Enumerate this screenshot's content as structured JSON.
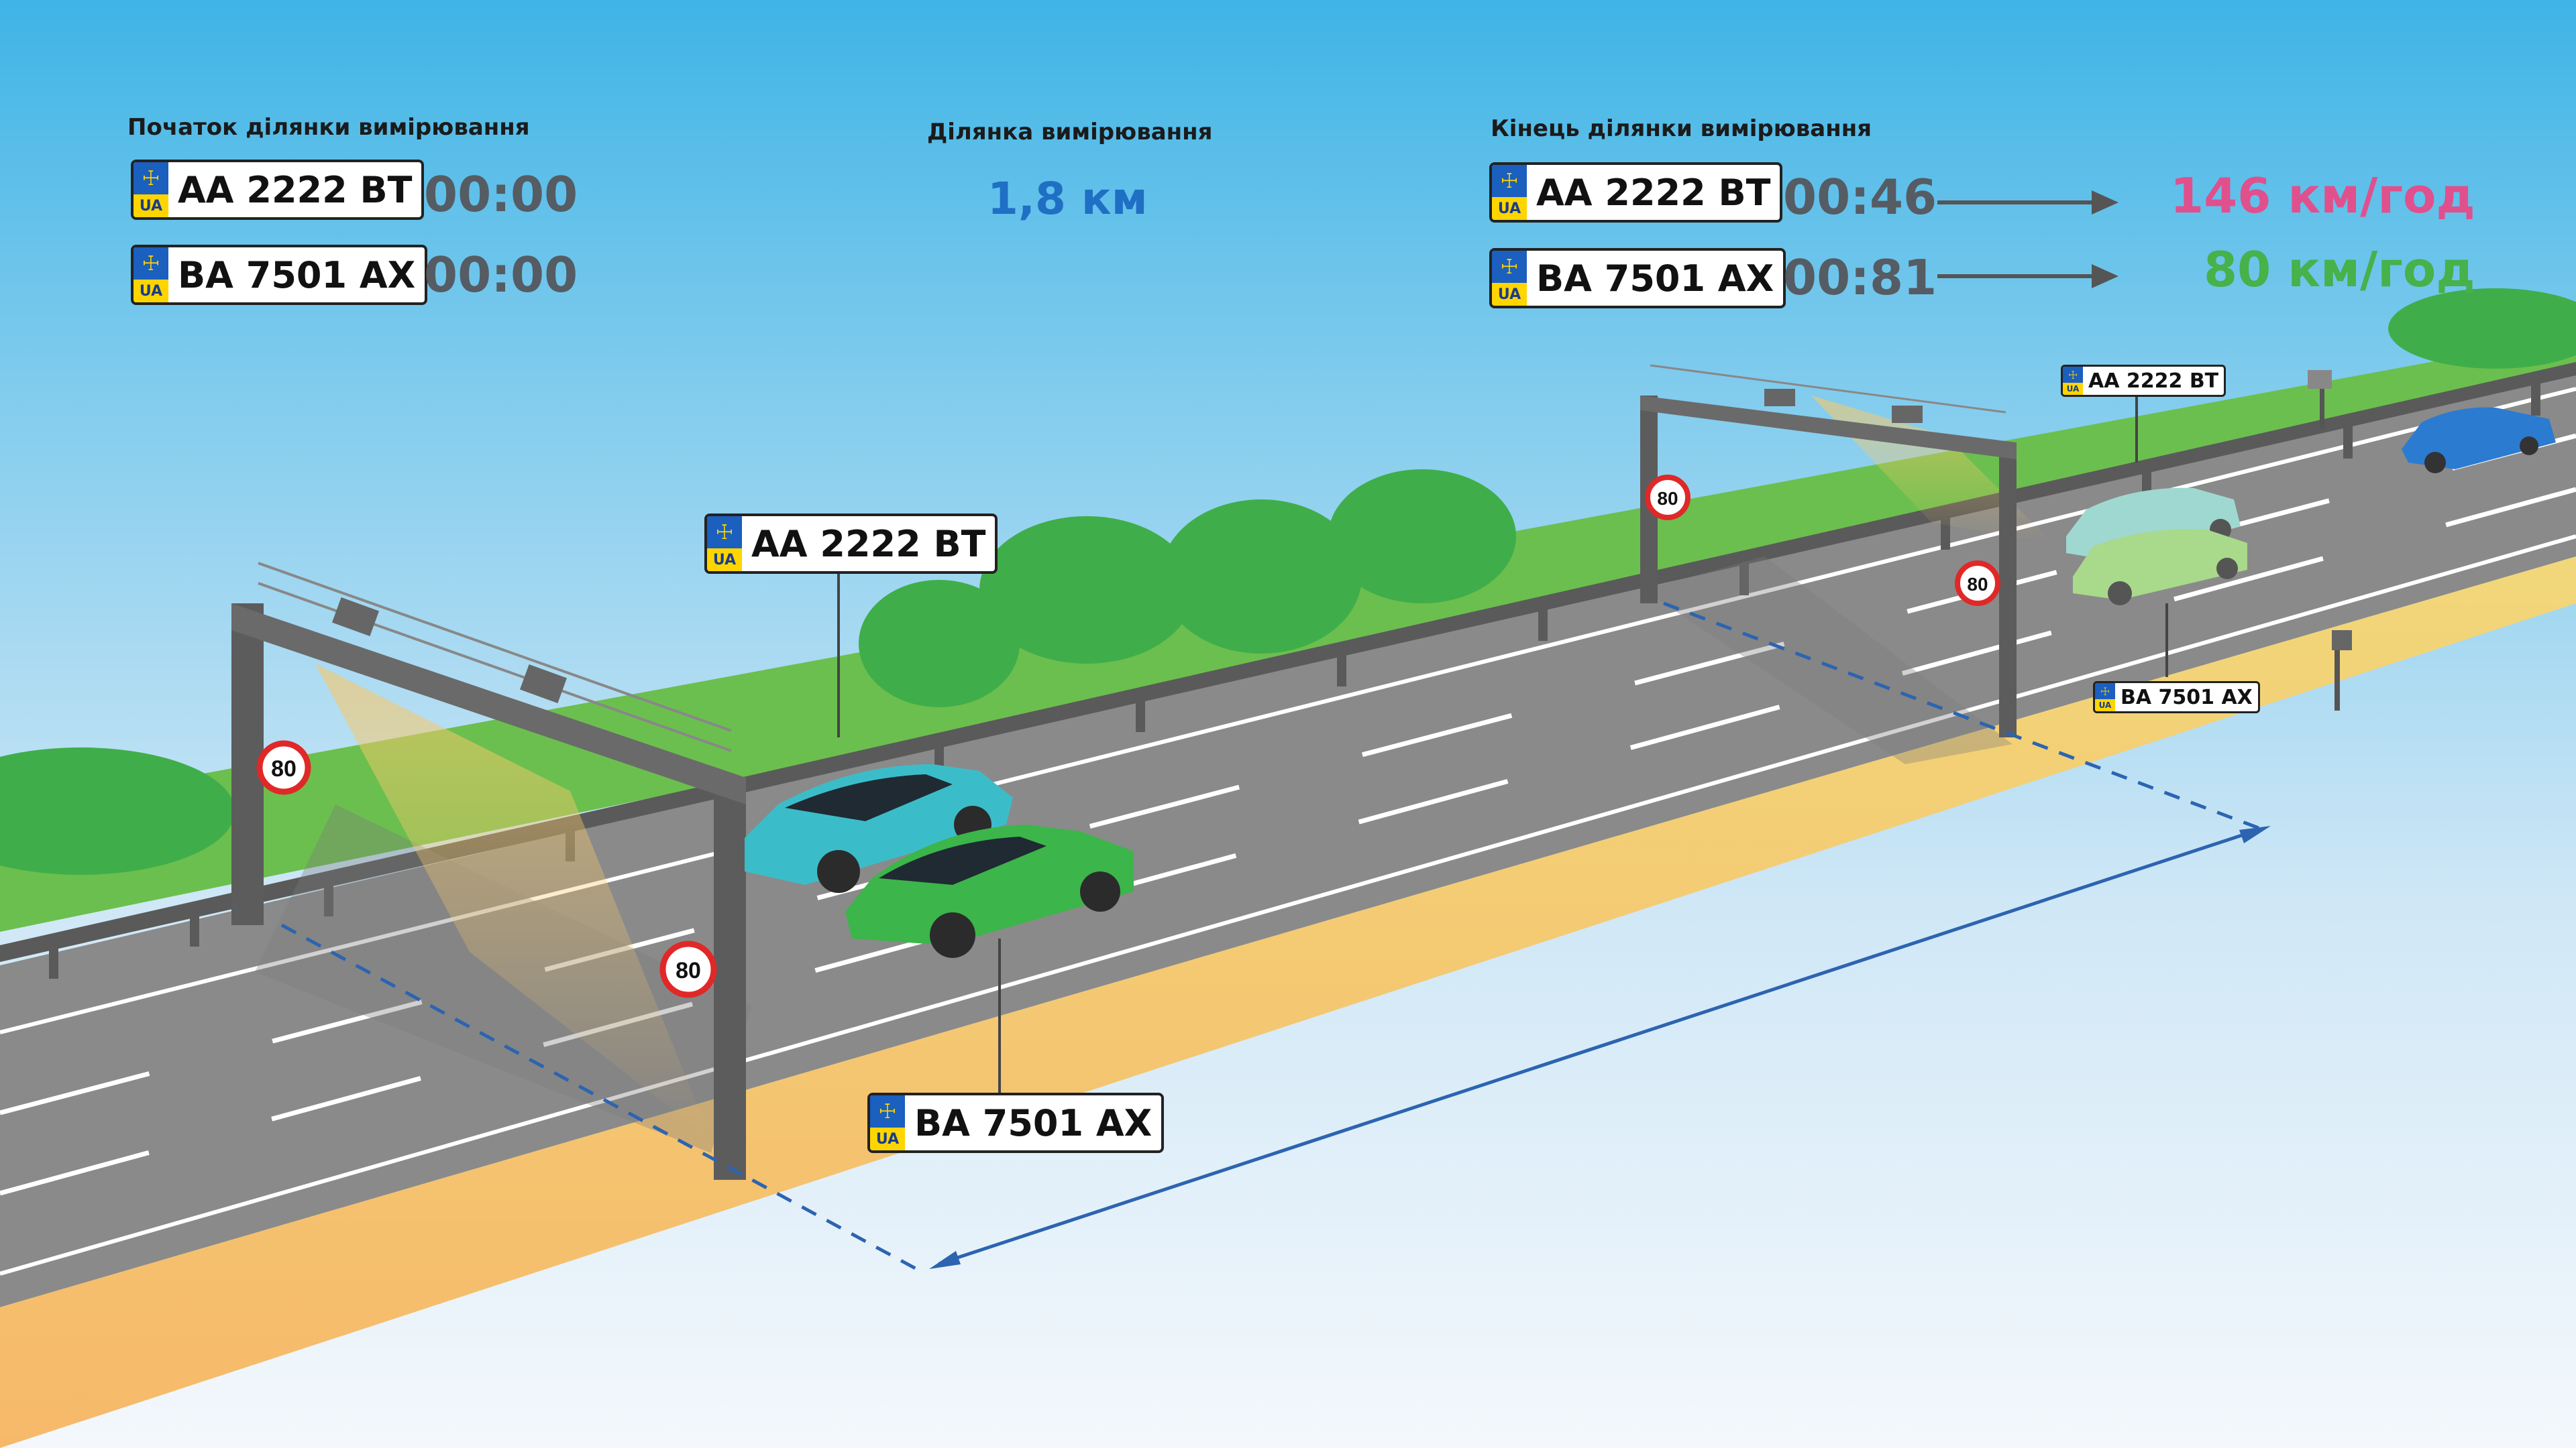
{
  "start": {
    "label": "Початок ділянки вимірювання",
    "rows": [
      {
        "plate": "AA 2222 BT",
        "time": "00:00"
      },
      {
        "plate": "BA 7501 AX",
        "time": "00:00"
      }
    ]
  },
  "segment": {
    "label": "Ділянка вимірювання",
    "distance": "1,8 км"
  },
  "end": {
    "label": "Кінець ділянки вимірювання",
    "rows": [
      {
        "plate": "AA 2222 BT",
        "time": "00:46",
        "speed": "146 км/год"
      },
      {
        "plate": "BA 7501 AX",
        "time": "00:81",
        "speed": "80 км/год"
      }
    ]
  },
  "plate_country": "UA",
  "road_plates": {
    "near_car_1": "AA 2222 BT",
    "near_car_2": "BA 7501 AX",
    "far_car_1": "AA 2222 BT",
    "far_car_2": "BA 7501 AX"
  },
  "speed_limit": "80",
  "colors": {
    "distance": "#1f6fc4",
    "speed_over": "#e0508d",
    "speed_ok": "#47b14a",
    "car_1": "#3bbdc9",
    "car_2": "#3cb54a",
    "car_3": "#2b7bd1"
  }
}
